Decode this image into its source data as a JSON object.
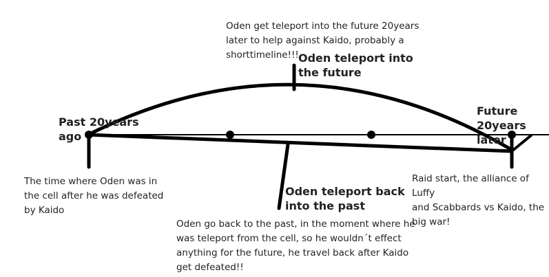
{
  "labels": {
    "past": "Past 20years\nago",
    "future": "Future\n20years later",
    "teleport_future": "Oden teleport into\nthe future",
    "teleport_past": "Oden teleport back\ninto the past"
  },
  "notes": {
    "top": "Oden get teleport into the future 20years\nlater to help against Kaido, probably a\nshorttimeline!!!",
    "left": "The time where Oden was in\nthe cell after he was defeated\nby Kaido",
    "right": "Raid start, the alliance of Luffy\nand Scabbards vs Kaido, the\nbig war!",
    "bottom": "Oden go back to the past, in the moment where he\nwas teleport from the cell, so he wouldn´t effect\nanything for the future, he travel back after Kaido\nget defeated!!"
  }
}
